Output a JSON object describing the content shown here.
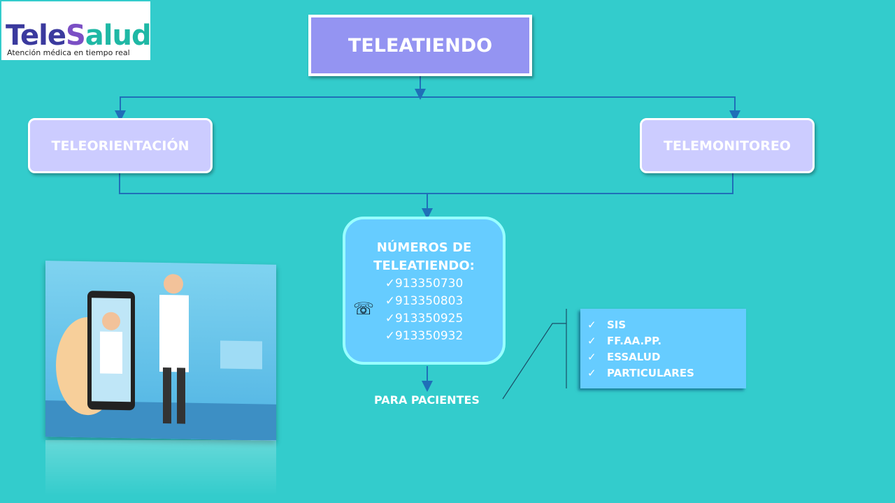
{
  "logo": {
    "brand_a": "Tele",
    "brand_s": "S",
    "brand_b": "alud",
    "tagline": "Atención médica en tiempo real"
  },
  "diagram": {
    "root": "TELEATIENDO",
    "left": "TELEORIENTACIÓN",
    "right": "TELEMONITOREO",
    "numbers_title_1": "NÚMEROS DE",
    "numbers_title_2": "TELEATIENDO:",
    "check": "✓",
    "numbers": [
      "913350730",
      "913350803",
      "913350925",
      "913350932"
    ],
    "for_label": "PARA PACIENTES",
    "patients": [
      "SIS",
      "FF.AA.PP.",
      "ESSALUD",
      "PARTICULARES"
    ]
  },
  "icons": {
    "phone": "☏"
  }
}
